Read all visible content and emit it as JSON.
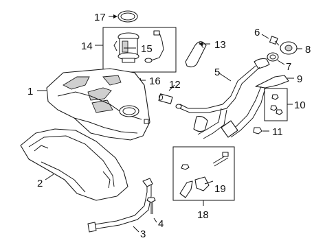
{
  "callouts": {
    "n1": "1",
    "n2": "2",
    "n3": "3",
    "n4": "4",
    "n5": "5",
    "n6": "6",
    "n7": "7",
    "n8": "8",
    "n9": "9",
    "n10": "10",
    "n11": "11",
    "n12": "12",
    "n13": "13",
    "n14": "14",
    "n15": "15",
    "n16": "16",
    "n17": "17",
    "n18": "18",
    "n19": "19"
  },
  "icons": {
    "fuel-tank": "fuel-tank-icon",
    "heat-shield": "heat-shield-icon",
    "tank-strap": "strap-icon",
    "fuel-pump-module": "fuel-pump-icon",
    "filler-pipe": "filler-pipe-icon"
  }
}
